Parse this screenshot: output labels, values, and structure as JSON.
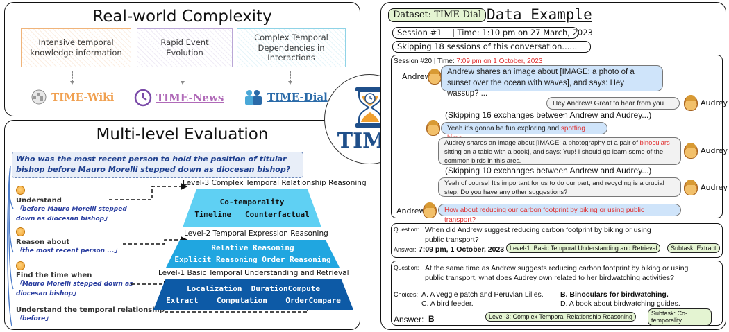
{
  "real_world": {
    "title": "Real-world Complexity",
    "boxes": [
      {
        "label": "Intensive temporal knowledge information",
        "color": "#f0b47a"
      },
      {
        "label": "Rapid Event Evolution",
        "color": "#b9a6d6"
      },
      {
        "label": "Complex Temporal Dependencies in Interactions",
        "color": "#8fd3e6"
      }
    ],
    "sources": [
      {
        "name": "TIME-Wiki",
        "icon": "wikipedia-globe-icon",
        "color": "#f0a050"
      },
      {
        "name": "TIME-News",
        "icon": "clock-icon",
        "color": "#b06ab8"
      },
      {
        "name": "TIME-Dial",
        "icon": "people-icon",
        "color": "#2a6aa8"
      }
    ]
  },
  "logo": {
    "text": "TIME",
    "icon": "hourglass-icon"
  },
  "multi_level": {
    "title": "Multi-level Evaluation",
    "question": "Who was the most recent person to hold the position of titular bishop before Mauro Morelli stepped down as diocesan bishop?",
    "steps": [
      {
        "label": "Understand",
        "text": "「before Mauro Morelli stepped down as diocesan bishop」"
      },
      {
        "label": "Reason about",
        "text": "「the most recent person ...」"
      },
      {
        "label": "Find the time when",
        "text": "「Mauro Morelli stepped down as diocesan bishop」"
      },
      {
        "label": "Understand the temporal relationship",
        "text": "「before」"
      }
    ],
    "levels": [
      {
        "name": "Level-3 Complex Temporal Relationship Reasoning",
        "rows": [
          "Co-temporality",
          "Timeline   Counterfactual"
        ],
        "color": "#5fd0f3"
      },
      {
        "name": "Level-2 Temporal Expression Reasoning",
        "rows": [
          "Relative Reasoning",
          "Explicit Reasoning Order Reasoning"
        ],
        "color": "#20a6e0"
      },
      {
        "name": "Level-1 Basic Temporal Understanding and Retrieval",
        "rows": [
          "Localization  DurationCompute",
          "Extract    Computation    OrderCompare"
        ],
        "color": "#0d5aa6"
      }
    ]
  },
  "data_example": {
    "dataset_tag": "Dataset: TIME-Dial",
    "title": "Data Example",
    "session1": "Session #1    | Time: 1:10 pm on 27 March, 2023",
    "skip_sessions": "Skipping 18 sessions of this conversation......",
    "session20_label": "Session #20 | Time: ",
    "session20_time": "7:09 pm on 1 October, 2023",
    "speaker_a": "Andrew",
    "speaker_b": "Audrey",
    "msg1": "Andrew shares an image about [IMAGE: a photo of a sunset over the ocean with waves], and says: Hey wassup? ...",
    "msg2": "Hey Andrew! Great to hear from you ......",
    "skip1": "(Skipping 16 exchanges between Andrew and Audrey...)",
    "msg3a": "Yeah it's gonna be fun exploring and ",
    "msg3b": "spotting birds",
    "msg3c": ".",
    "msg4a": "Audrey shares an image about [IMAGE: a photography of a pair of ",
    "msg4b": "binoculars",
    "msg4c": " sitting on a table with a book], and says: Yup! I should go learn some of the common birds in this area.",
    "skip2": "(Skipping 10 exchanges between Andrew and Audrey...)",
    "msg5": "Yeah of course! It's important for us to do our part, and recycling is a crucial step. Do you have any other suggestions?",
    "msg6": "How about reducing our carbon footprint by biking or using public transport?",
    "q1_label": "Question:",
    "q1": "When did Andrew suggest reducing carbon footprint by biking or using public transport?",
    "a1_label": "Answer:",
    "a1": "7:09 pm, 1 October, 2023",
    "a1_level": "Level-1: Basic Temporal Understanding and Retrieval",
    "a1_subtask": "Subtask: Extract",
    "q2_label": "Question:",
    "q2": "At the same time as Andrew suggests reducing carbon footprint by biking or using public transport, what does Audrey own related to her birdwatching activities?",
    "choices_label": "Choices:",
    "choice_a": "A. A veggie patch and Peruvian Lilies.",
    "choice_b": "B. Binoculars for birdwatching.",
    "choice_c": "C. A bird feeder.",
    "choice_d": "D. A book about birdwatching guides.",
    "a2_label": "Answer:",
    "a2": "B",
    "a2_level": "Level-3: Complex Temporal Relationship Reasoning",
    "a2_subtask": "Subtask: Co-temporality"
  }
}
